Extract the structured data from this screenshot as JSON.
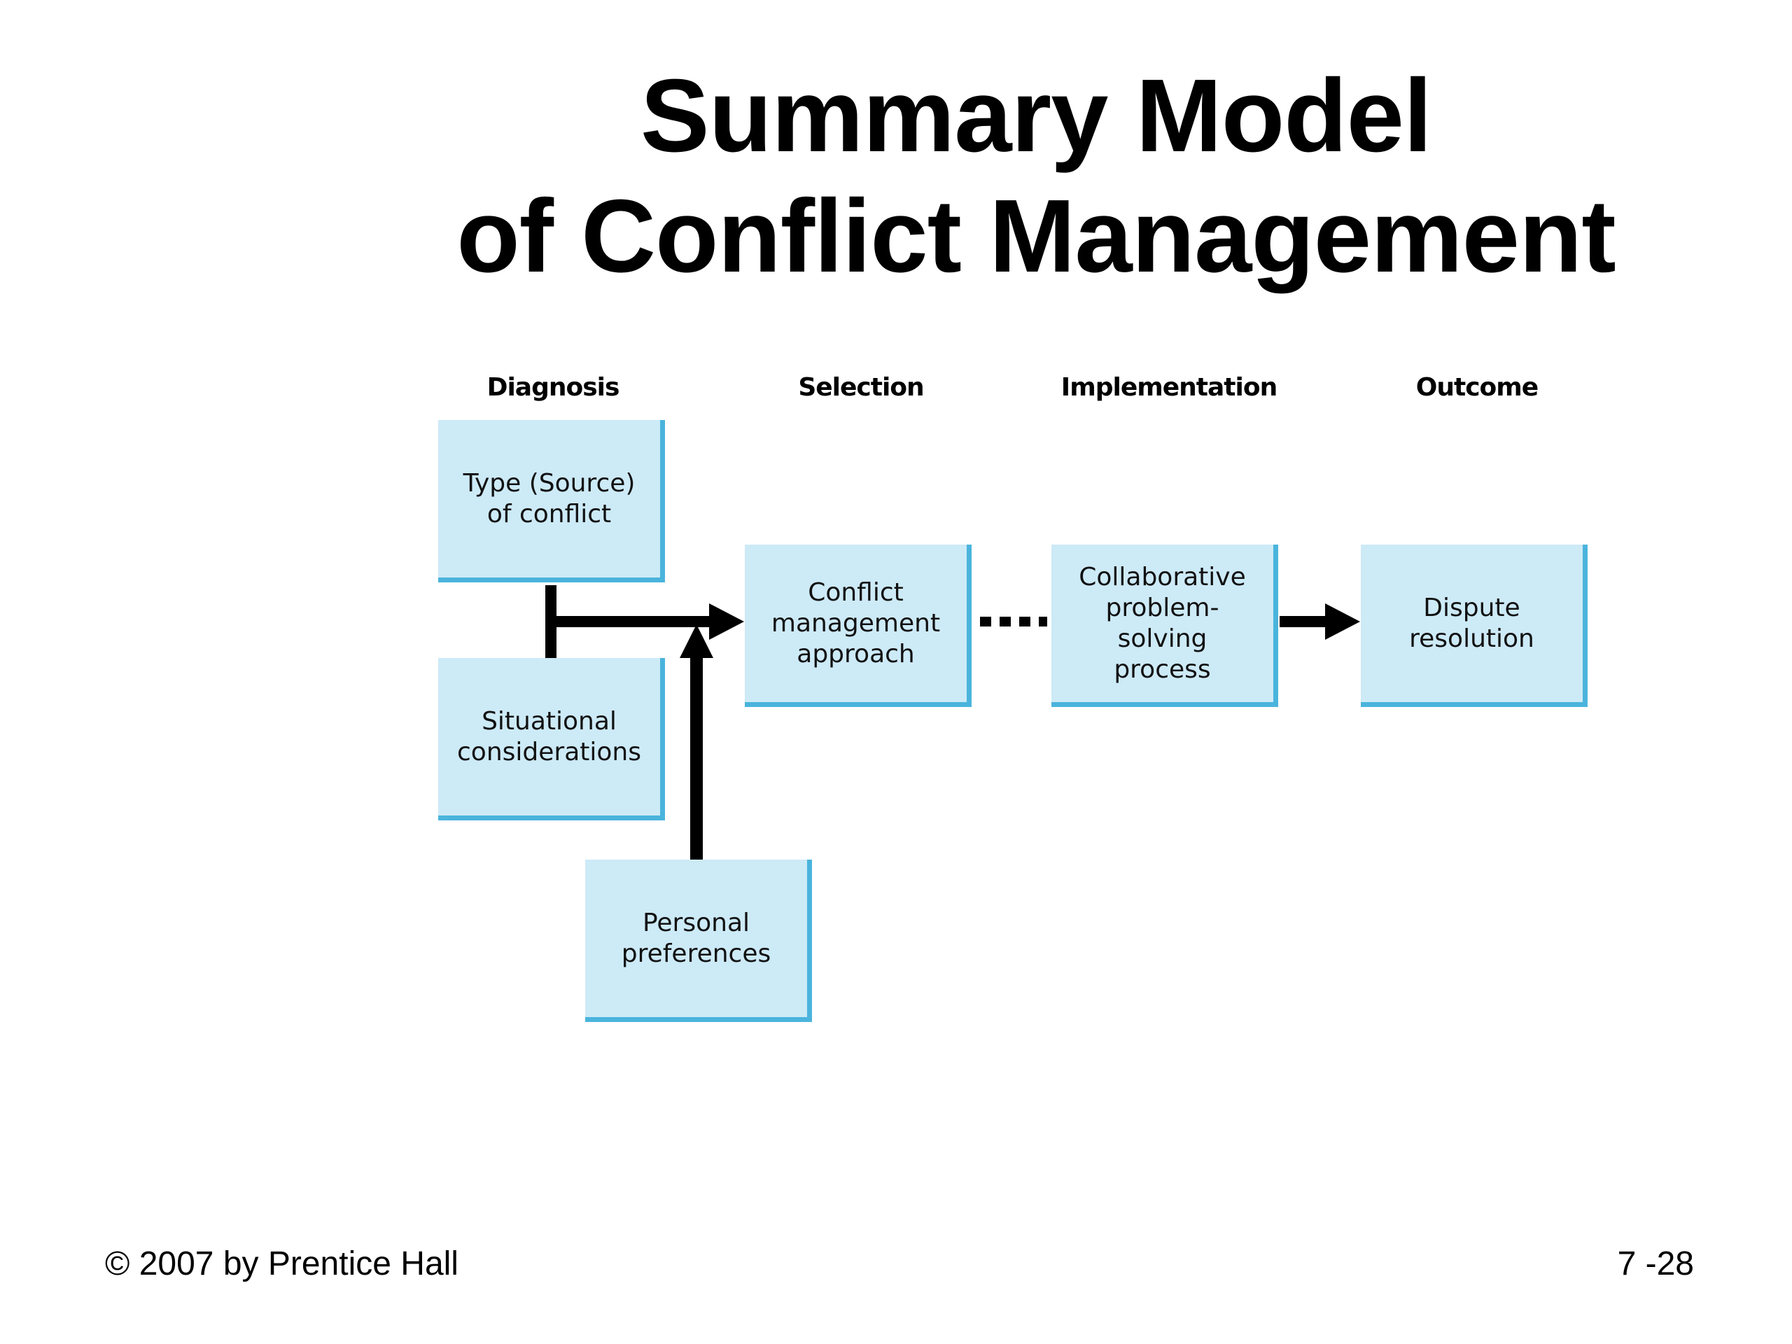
{
  "title": {
    "line1": "Summary Model",
    "line2": "of Conflict Management"
  },
  "stages": {
    "diagnosis": "Diagnosis",
    "selection": "Selection",
    "implementation": "Implementation",
    "outcome": "Outcome"
  },
  "boxes": {
    "type_of_conflict": "Type (Source)\nof conflict",
    "situational_considerations": "Situational\nconsiderations",
    "personal_preferences": "Personal\npreferences",
    "conflict_management_approach": "Conflict\nmanagement\napproach",
    "collaborative_process": "Collaborative\nproblem-\nsolving\nprocess",
    "dispute_resolution": "Dispute\nresolution"
  },
  "footer": {
    "copyright": "© 2007 by Prentice Hall",
    "page_number": "7 -28"
  },
  "colors": {
    "box_fill": "#cdeaf7",
    "box_border": "#4ab4dc",
    "connector": "#000000"
  }
}
